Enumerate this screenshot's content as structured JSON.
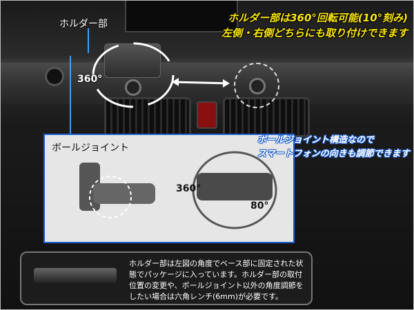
{
  "labels": {
    "holder_part": "ホルダー部",
    "rotation_360": "360°",
    "ball_joint": "ボールジョイント",
    "inset_360": "360°",
    "inset_80": "80°"
  },
  "headline": {
    "line1": "ホルダー部は360°回転可能(10°刻み)",
    "line2": "左側・右側どちらにも取り付けできます"
  },
  "ball_joint_note": {
    "line1": "ボールジョイント構造なので",
    "line2": "スマートフォンの向きも調節できます"
  },
  "note": {
    "text": "ホルダー部は左図の角度でベース部に固定された状態でパッケージに入っています。ホルダー部の取付位置の変更や、ボールジョイント以外の角度調節をしたい場合は六角レンチ(6mm)が必要です。"
  },
  "colors": {
    "headline": "#ffeb00",
    "accent_blue": "#1d5fd0",
    "callout": "#3aa0ff"
  }
}
